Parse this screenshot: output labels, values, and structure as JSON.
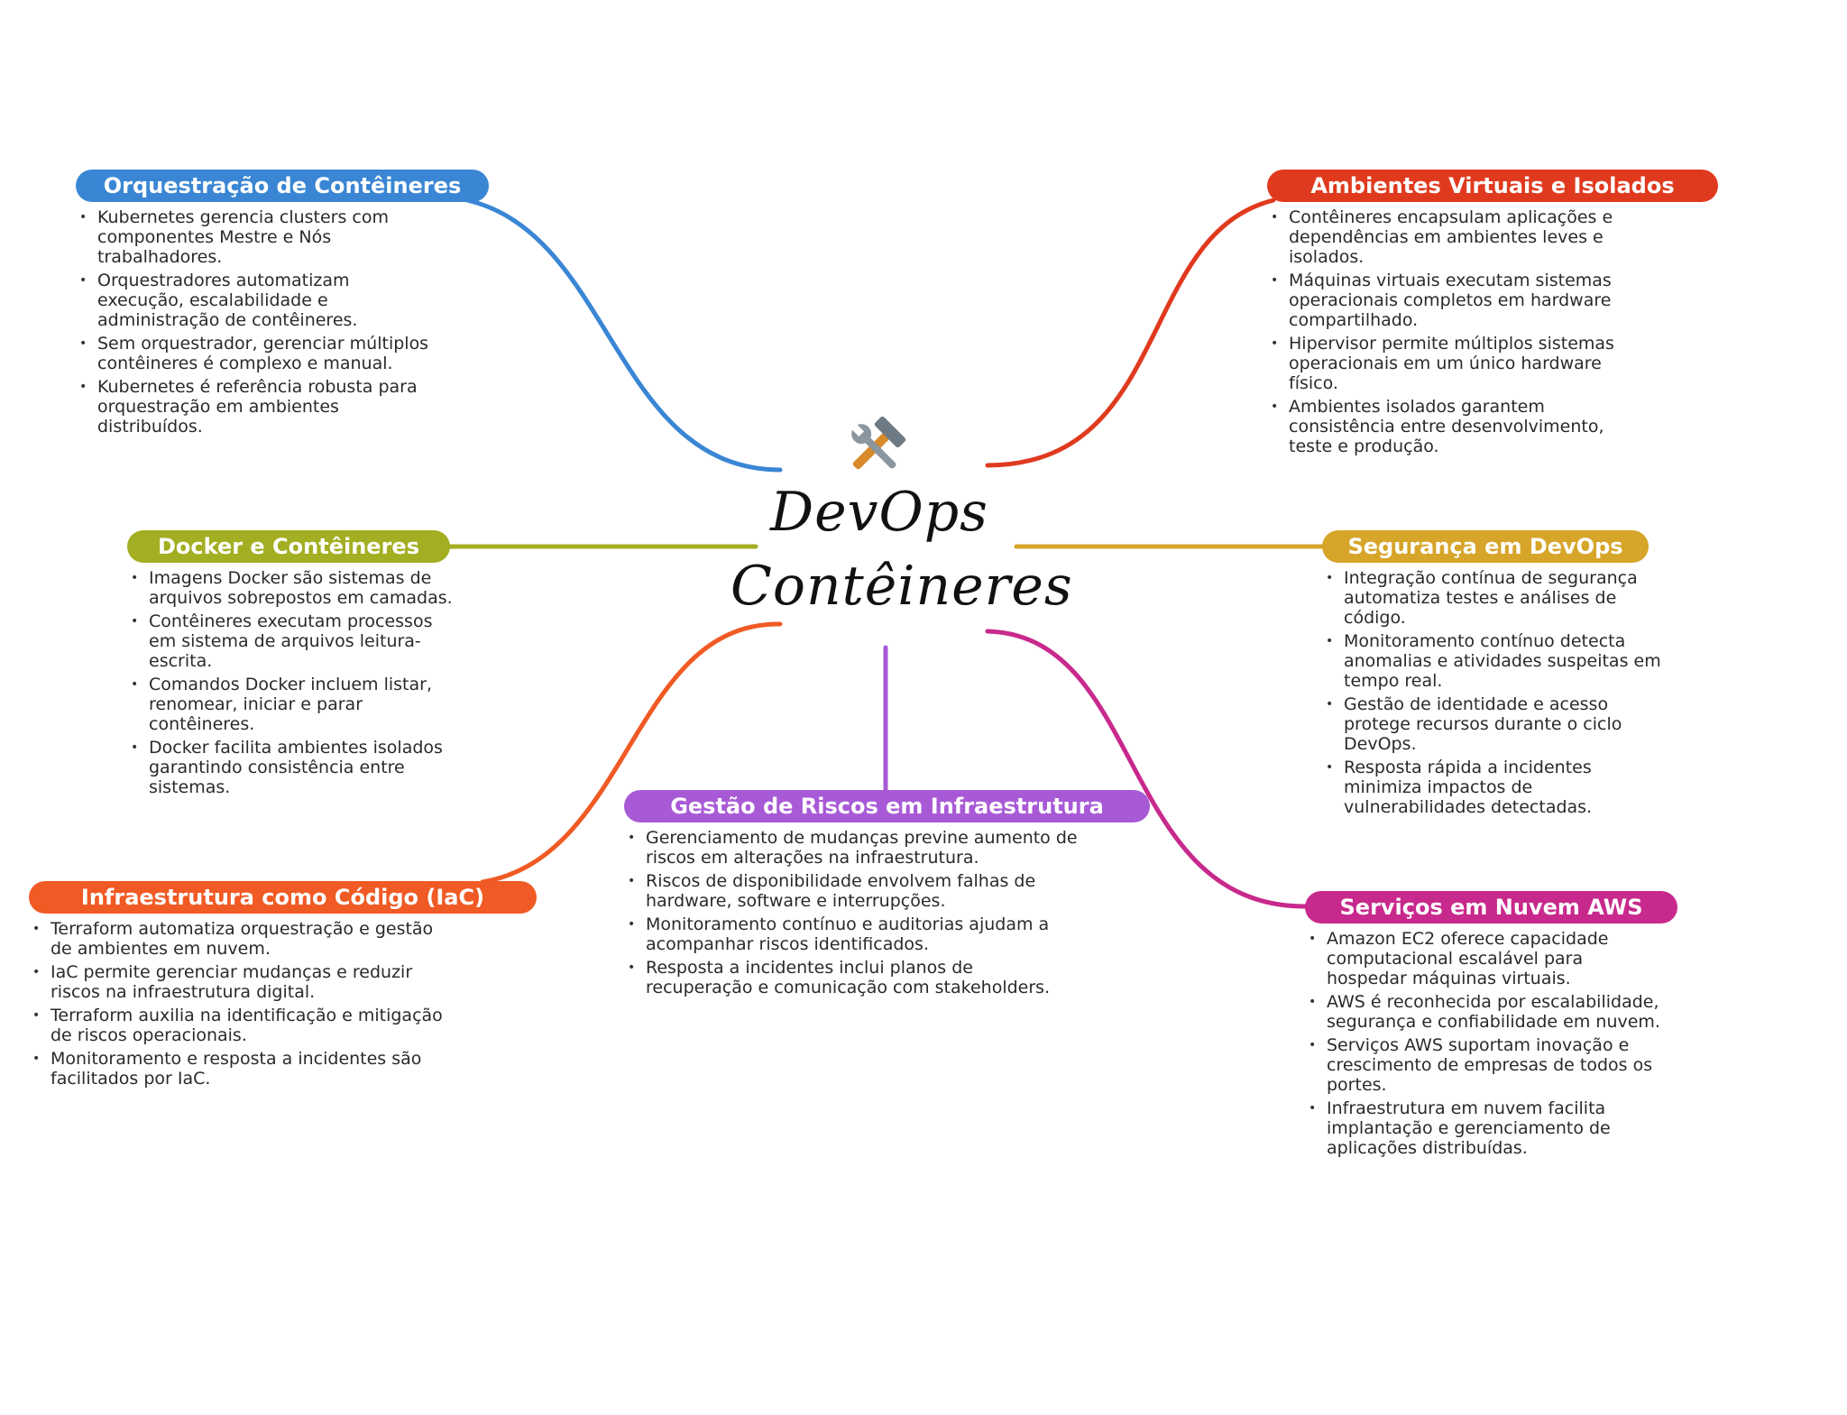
{
  "center": {
    "line1": "DevOps",
    "line2": "Contêineres",
    "icon": "hammer-wrench-icon"
  },
  "colors": {
    "orquestracao": "#3a86d4",
    "ambientes": "#e03a1e",
    "docker": "#a3ae22",
    "seguranca": "#d6a52a",
    "iac": "#f05a24",
    "riscos": "#a85ad6",
    "aws": "#c8298c"
  },
  "topics": {
    "orquestracao": {
      "title": "Orquestração de Contêineres",
      "items": [
        "Kubernetes gerencia clusters com componentes Mestre e Nós trabalhadores.",
        "Orquestradores automatizam execução, escalabilidade e administração de contêineres.",
        "Sem orquestrador, gerenciar múltiplos contêineres é complexo e manual.",
        "Kubernetes é referência robusta para orquestração em ambientes distribuídos."
      ]
    },
    "ambientes": {
      "title": "Ambientes Virtuais e Isolados",
      "items": [
        "Contêineres encapsulam aplicações e dependências em ambientes leves e isolados.",
        "Máquinas virtuais executam sistemas operacionais completos em hardware compartilhado.",
        "Hipervisor permite múltiplos sistemas operacionais em um único hardware físico.",
        "Ambientes isolados garantem consistência entre desenvolvimento, teste e produção."
      ]
    },
    "docker": {
      "title": "Docker e Contêineres",
      "items": [
        "Imagens Docker são sistemas de arquivos sobrepostos em camadas.",
        "Contêineres executam processos em sistema de arquivos leitura-escrita.",
        "Comandos Docker incluem listar, renomear, iniciar e parar contêineres.",
        "Docker facilita ambientes isolados garantindo consistência entre sistemas."
      ]
    },
    "seguranca": {
      "title": "Segurança em DevOps",
      "items": [
        "Integração contínua de segurança automatiza testes e análises de código.",
        "Monitoramento contínuo detecta anomalias e atividades suspeitas em tempo real.",
        "Gestão de identidade e acesso protege recursos durante o ciclo DevOps.",
        "Resposta rápida a incidentes minimiza impactos de vulnerabilidades detectadas."
      ]
    },
    "iac": {
      "title": "Infraestrutura como Código (IaC)",
      "items": [
        "Terraform automatiza orquestração e gestão de ambientes em nuvem.",
        "IaC permite gerenciar mudanças e reduzir riscos na infraestrutura digital.",
        "Terraform auxilia na identificação e mitigação de riscos operacionais.",
        "Monitoramento e resposta a incidentes são facilitados por IaC."
      ]
    },
    "riscos": {
      "title": "Gestão de Riscos em Infraestrutura",
      "items": [
        "Gerenciamento de mudanças previne aumento de riscos em alterações na infraestrutura.",
        "Riscos de disponibilidade envolvem falhas de hardware, software e interrupções.",
        "Monitoramento contínuo e auditorias ajudam a acompanhar riscos identificados.",
        "Resposta a incidentes inclui planos de recuperação e comunicação com stakeholders."
      ]
    },
    "aws": {
      "title": "Serviços em Nuvem AWS",
      "items": [
        "Amazon EC2 oferece capacidade computacional escalável para hospedar máquinas virtuais.",
        "AWS é reconhecida por escalabilidade, segurança e confiabilidade em nuvem.",
        "Serviços AWS suportam inovação e crescimento de empresas de todos os portes.",
        "Infraestrutura em nuvem facilita implantação e gerenciamento de aplicações distribuídas."
      ]
    }
  }
}
